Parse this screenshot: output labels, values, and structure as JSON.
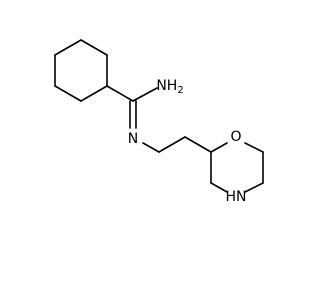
{
  "molecule": {
    "atoms": {
      "amine": "NH",
      "amine_sub": "2",
      "imine_n": "N",
      "morpholine_o": "O",
      "morpholine_nh": "HN"
    },
    "colors": {
      "bond": "#000000",
      "text": "#000000",
      "background": "#ffffff"
    }
  }
}
